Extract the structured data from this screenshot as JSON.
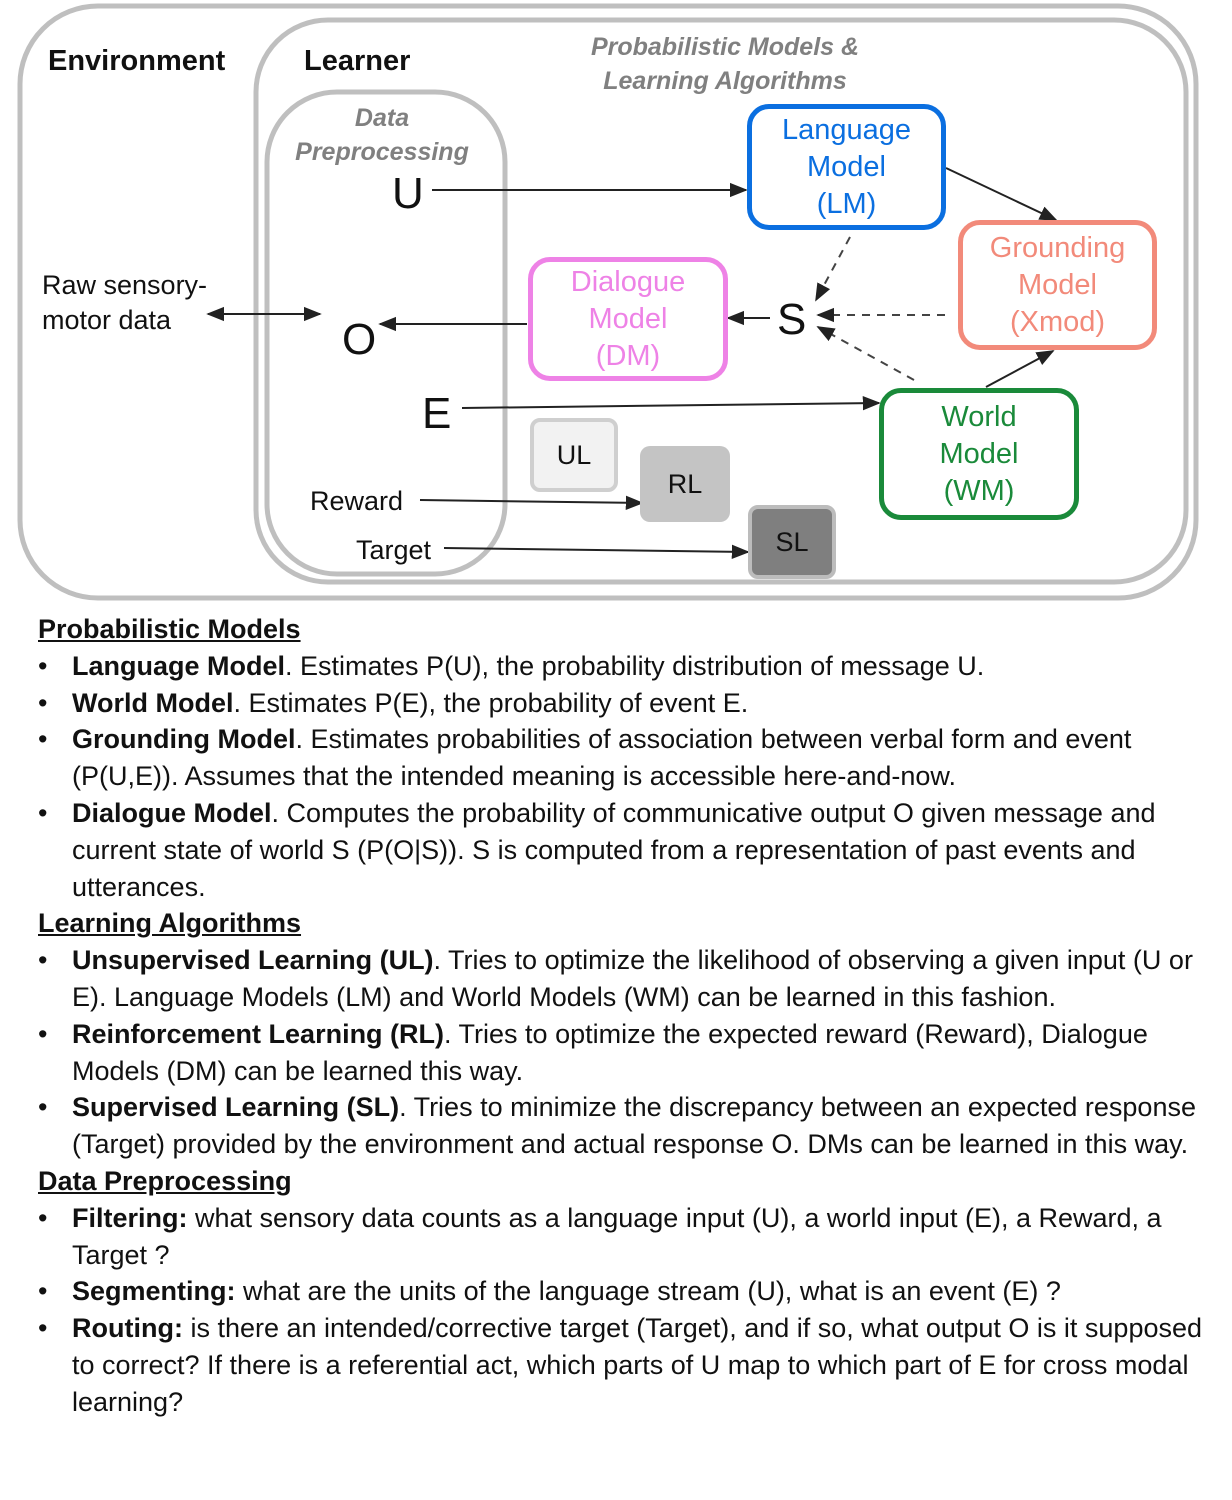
{
  "diagram": {
    "environment_label": "Environment",
    "learner_label": "Learner",
    "pmla_label_line1": "Probabilistic Models &",
    "pmla_label_line2": "Learning Algorithms",
    "preproc_label_line1": "Data",
    "preproc_label_line2": "Preprocessing",
    "raw_label_line1": "Raw sensory-",
    "raw_label_line2": "motor data",
    "var_u": "U",
    "var_o": "O",
    "var_e": "E",
    "var_s": "S",
    "reward_label": "Reward",
    "target_label": "Target",
    "language_model": "Language\nModel\n(LM)",
    "grounding_model": "Grounding\nModel\n(Xmod)",
    "dialogue_model": "Dialogue\nModel\n(DM)",
    "world_model": "World\nModel\n(WM)",
    "ul": "UL",
    "rl": "RL",
    "sl": "SL",
    "colors": {
      "language": "#0b6fe0",
      "grounding": "#f28a7a",
      "dialogue": "#ee82e6",
      "world": "#1a8a3a",
      "frame": "#bfbfbf"
    }
  },
  "sections": [
    {
      "title": "Probabilistic Models",
      "items": [
        {
          "term": "Language Model",
          "text": ". Estimates P(U), the probability distribution of message U."
        },
        {
          "term": "World Model",
          "text": ". Estimates P(E), the probability of event E."
        },
        {
          "term": "Grounding Model",
          "text": ". Estimates probabilities of association between verbal form and event (P(U,E)). Assumes that the intended meaning is accessible here-and-now."
        },
        {
          "term": "Dialogue Model",
          "text": ". Computes the probability of communicative output O given message and current state of world S (P(O|S)). S is computed from a representation of past events and utterances."
        }
      ]
    },
    {
      "title": "Learning Algorithms",
      "items": [
        {
          "term": "Unsupervised Learning (UL)",
          "text": ". Tries to optimize the likelihood of observing a given input (U or E). Language Models (LM) and World Models (WM) can be learned in this fashion."
        },
        {
          "term": "Reinforcement Learning (RL)",
          "text": ". Tries to optimize the expected reward (Reward), Dialogue Models (DM) can be learned this way."
        },
        {
          "term": "Supervised Learning (SL)",
          "text": ". Tries to minimize the discrepancy between an expected response (Target) provided by the environment and actual response O. DMs can be learned in this way."
        }
      ]
    },
    {
      "title": "Data Preprocessing",
      "items": [
        {
          "term": "Filtering:",
          "text": " what sensory data counts as a language input (U), a world input (E), a Reward, a Target ?"
        },
        {
          "term": "Segmenting:",
          "text": " what are the units of the language stream (U), what is an event (E) ?"
        },
        {
          "term": "Routing:",
          "text": " is there an intended/corrective target (Target), and if so, what output O is it supposed to correct? If there is a referential act, which parts of U map to which part of E for cross modal learning?"
        }
      ]
    }
  ]
}
